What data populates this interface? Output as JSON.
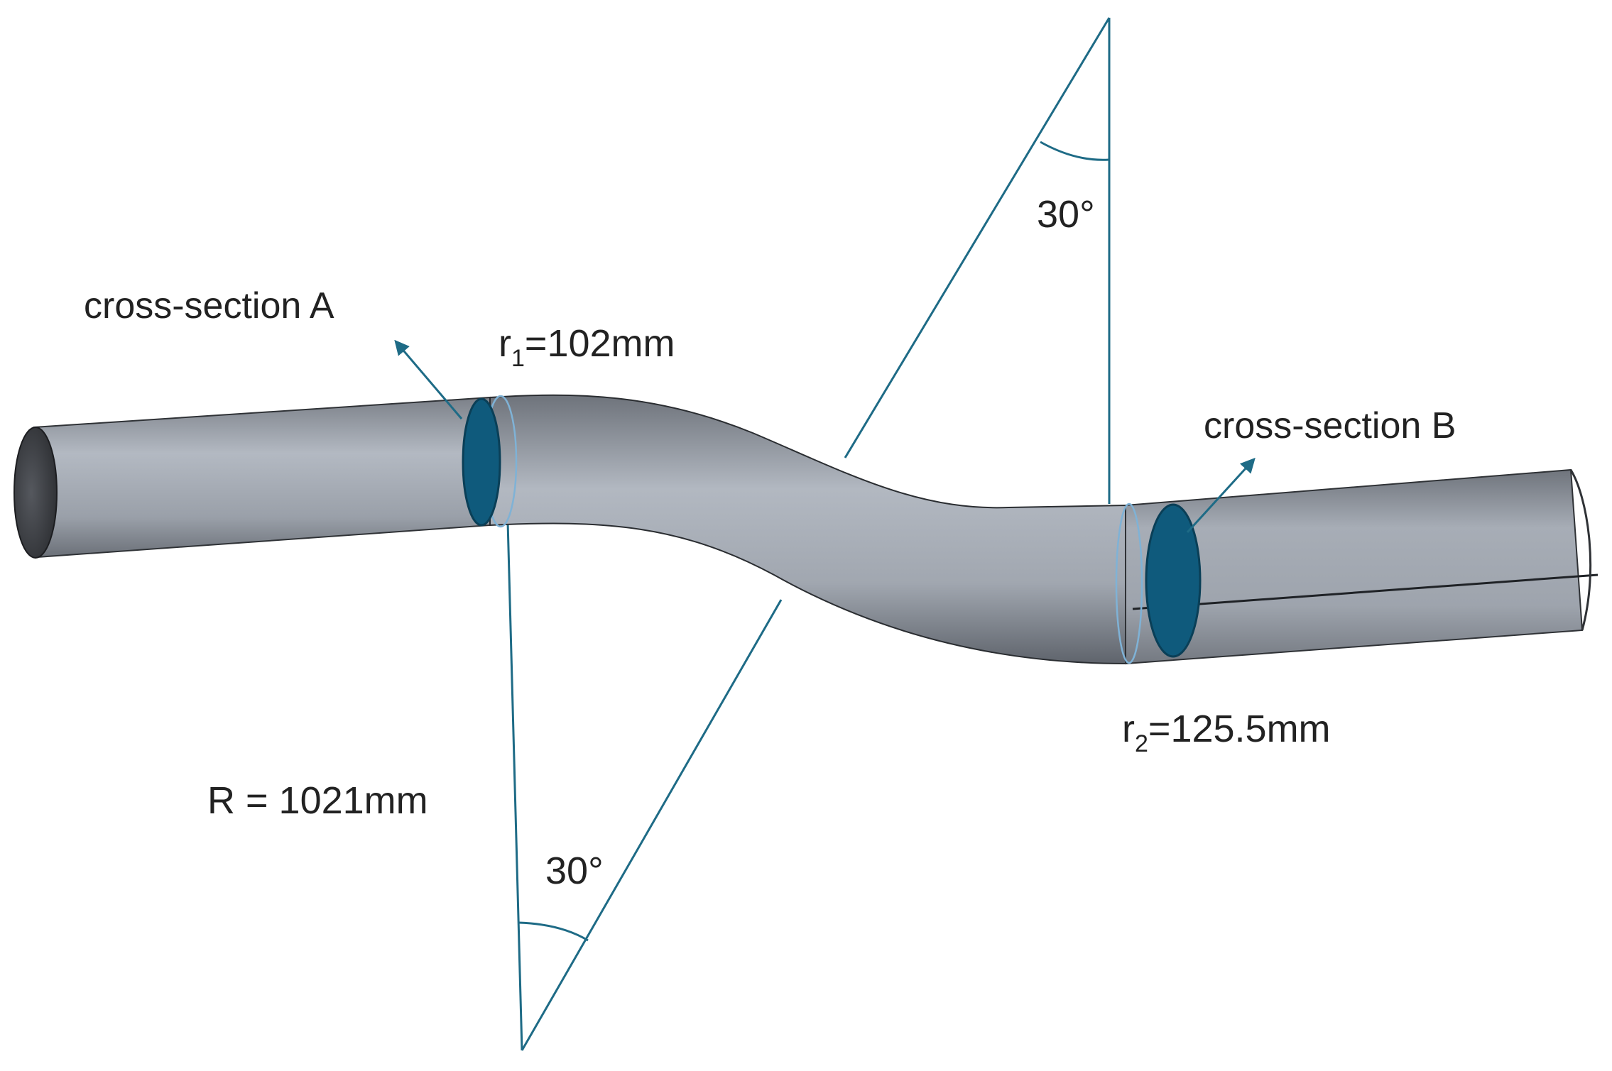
{
  "labels": {
    "cross_section_a": "cross-section A",
    "cross_section_b": "cross-section B",
    "r1_symbol": "r",
    "r1_sub": "1",
    "r1_value": "=102mm",
    "r2_symbol": "r",
    "r2_sub": "2",
    "r2_value": "=125.5mm",
    "radius": "R = 1021mm",
    "angle_top": "30°",
    "angle_bottom": "30°"
  },
  "colors": {
    "construction_line": "#1e6b86",
    "section_fill": "#0f5a7c",
    "pipe_dark": "#3a3d42",
    "pipe_light": "#b8bec7",
    "pipe_mid": "#8f959e"
  }
}
